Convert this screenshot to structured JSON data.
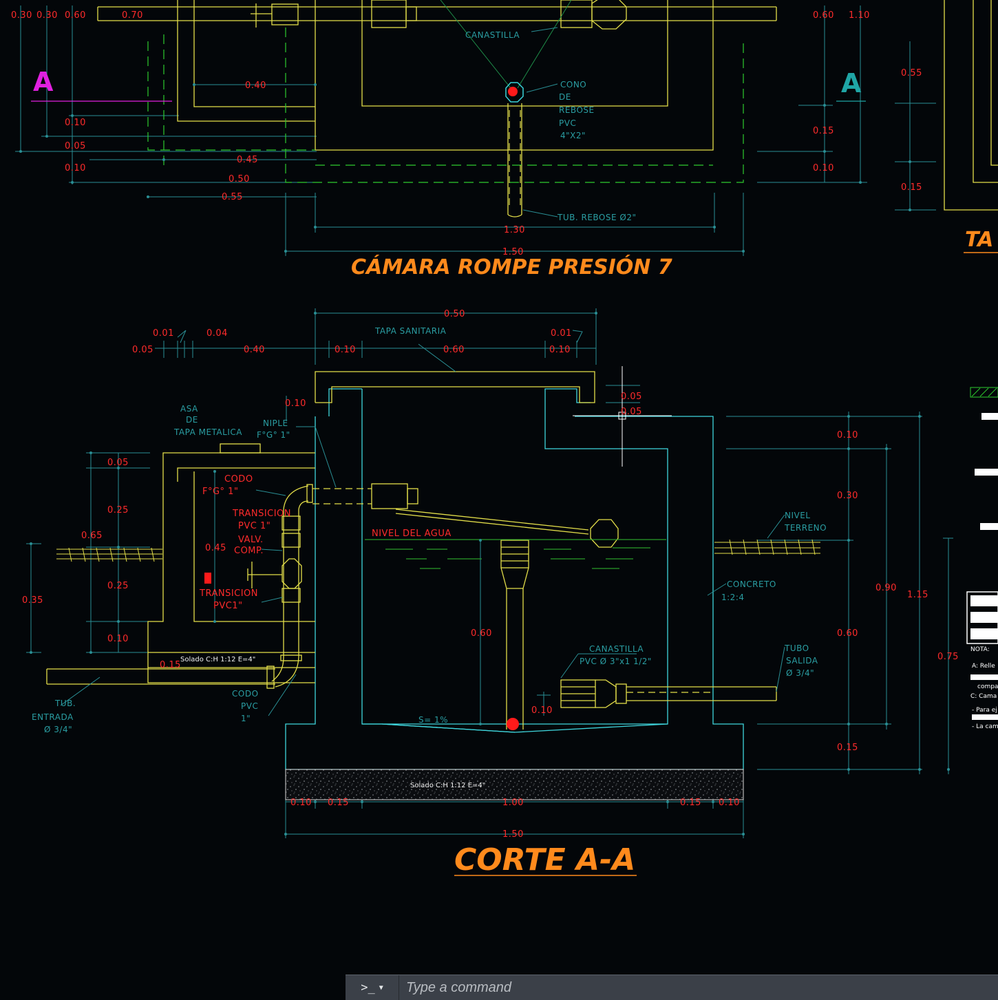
{
  "plan": {
    "title": "CÁMARA ROMPE PRESIÓN 7",
    "section_marker_left": "A",
    "section_marker_right": "A",
    "top_dims": [
      "0.30",
      "0.30",
      "0.60",
      "0.70",
      "0.60",
      "1.10"
    ],
    "left_dims": [
      "0.10",
      "0.05",
      "0.10"
    ],
    "dim_040": "0.40",
    "dim_045": "0.45",
    "dim_050": "0.50",
    "dim_055": "0.55",
    "dim_130": "1.30",
    "dim_150": "1.50",
    "right_dims": [
      "0.15",
      "0.10"
    ],
    "far_right_dims": [
      "0.55",
      "0.15"
    ],
    "labels": {
      "canastilla": "CANASTILLA",
      "cono": [
        "CONO",
        "DE",
        "REBOSE",
        "PVC",
        "4\"X2\""
      ],
      "rebose": "TUB. REBOSE Ø2\""
    },
    "partial_title": "TA"
  },
  "section": {
    "title": "CORTE A-A",
    "top_dims": {
      "d050": "0.50",
      "d001a": "0.01",
      "d004": "0.04",
      "d005": "0.05",
      "d040": "0.40",
      "d010a": "0.10",
      "d060": "0.60",
      "d001b": "0.01",
      "d010b": "0.10",
      "d010c": "0.10",
      "d005b": "0.05",
      "d005c": "0.05"
    },
    "left_dims": [
      "0.05",
      "0.25",
      "0.25",
      "0.10"
    ],
    "left_outer": [
      "0.65",
      "0.35"
    ],
    "d045": "0.45",
    "d015": "0.15",
    "d060b": "0.60",
    "d010d": "0.10",
    "right_dims": [
      "0.10",
      "0.30",
      "0.60",
      "0.15"
    ],
    "right_outer": [
      "0.90",
      "1.15",
      "0.75"
    ],
    "bottom_dims": [
      "0.10",
      "0.15",
      "1.00",
      "0.15",
      "0.10"
    ],
    "bottom_total": "1.50",
    "labels": {
      "tapa_sanitaria": "TAPA SANITARIA",
      "asa": [
        "ASA",
        "DE",
        "TAPA METALICA"
      ],
      "niple": [
        "NIPLE",
        "F°G° 1\""
      ],
      "codo_fg": [
        "CODO",
        "F°G° 1\""
      ],
      "transicion1": [
        "TRANSICION",
        "PVC 1\""
      ],
      "valv": [
        "VALV.",
        "COMP."
      ],
      "transicion2": [
        "TRANSICION",
        "PVC1\""
      ],
      "nivel_agua": "NIVEL DEL AGUA",
      "nivel_terreno": [
        "NIVEL",
        "TERRENO"
      ],
      "concreto": [
        "CONCRETO",
        "1:2:4"
      ],
      "canastilla": [
        "CANASTILLA",
        "PVC Ø 3\"x1 1/2\""
      ],
      "tubo_salida": [
        "TUBO",
        "SALIDA",
        "Ø 3/4\""
      ],
      "tub_entrada": [
        "TUB.",
        "ENTRADA",
        "Ø 3/4\""
      ],
      "codo_pvc": [
        "CODO",
        "PVC",
        "1\""
      ],
      "solado1": "Solado C:H 1:12 E=4\"",
      "solado2": "Solado C:H 1:12 E=4\"",
      "slope": "S= 1%"
    }
  },
  "notes": {
    "heading": "NOTA:",
    "lines": [
      "A: Relle",
      "compa",
      "C: Cama",
      "- Para ej",
      "- La cam"
    ]
  },
  "command": {
    "prompt": ">_",
    "placeholder": "Type a command"
  }
}
